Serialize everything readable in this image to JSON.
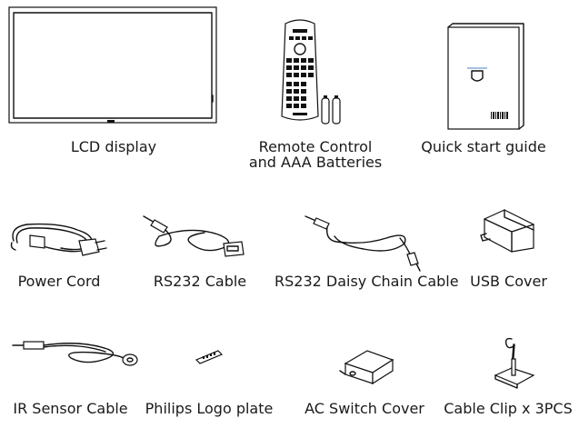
{
  "items": {
    "lcd_display": "LCD display",
    "remote_control_line1": "Remote Control",
    "remote_control_line2": "and AAA Batteries",
    "quick_start_guide": "Quick start guide",
    "power_cord": "Power Cord",
    "rs232_cable": "RS232 Cable",
    "rs232_daisy_chain_cable": "RS232 Daisy Chain Cable",
    "usb_cover": "USB Cover",
    "ir_sensor_cable": "IR Sensor Cable",
    "philips_logo_plate": "Philips Logo plate",
    "ac_switch_cover": "AC Switch Cover",
    "cable_clip": "Cable Clip x 3PCS"
  }
}
